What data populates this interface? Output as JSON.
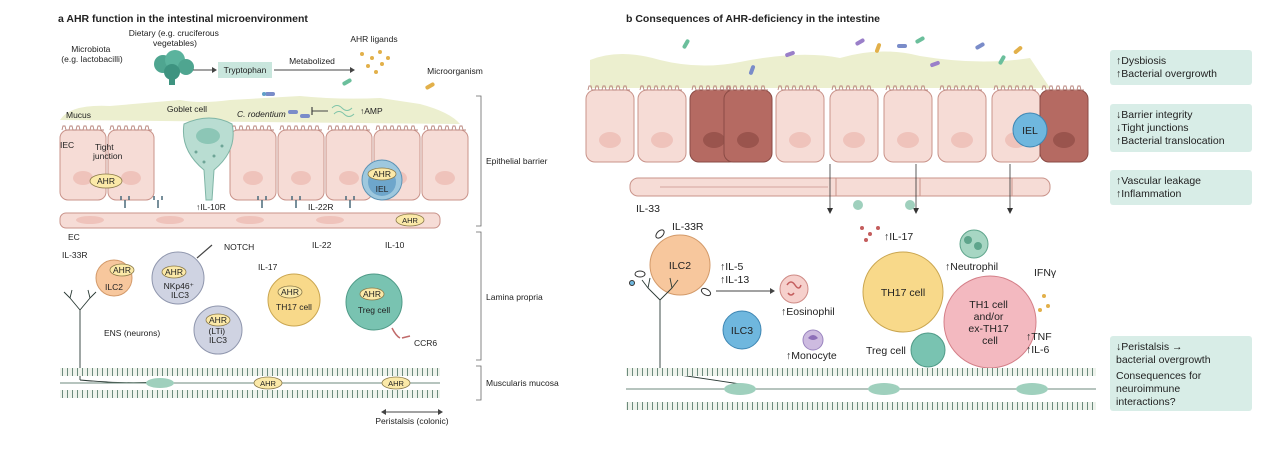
{
  "panel_a": {
    "title": "a  AHR function in the intestinal microenvironment",
    "microbiota": [
      "Microbiota",
      "(e.g. lactobacilli)"
    ],
    "dietary": [
      "Dietary (e.g. cruciferous",
      "vegetables)"
    ],
    "tryptophan": "Tryptophan",
    "metabolized": "Metabolized",
    "ahr_ligands": "AHR ligands",
    "microorganism": "Microorganism",
    "mucus": "Mucus",
    "goblet_cell": "Goblet cell",
    "c_rodentium": "C. rodentium",
    "amp": "↑AMP",
    "iec": "IEC",
    "tight_junction": [
      "Tight",
      "junction"
    ],
    "ahr": "AHR",
    "iel": "IEL",
    "il10r": "↑IL-10R",
    "il22r": "IL-22R",
    "ec": "EC",
    "il33r": "IL-33R",
    "ilc2": "ILC2",
    "notch": "NOTCH",
    "nkp46": [
      "NKp46⁺",
      "ILC3"
    ],
    "il17": "IL-17",
    "il22": "IL-22",
    "il10": "IL-10",
    "th17": "TH17 cell",
    "treg": "Treg cell",
    "lti": [
      "(LTi)",
      "ILC3"
    ],
    "ens": "ENS (neurons)",
    "ccr6": "CCR6",
    "peristalsis": "Peristalsis (colonic)",
    "regions": {
      "epithelial": "Epithelial barrier",
      "lamina": "Lamina propria",
      "muscularis": "Muscularis mucosa"
    }
  },
  "panel_b": {
    "title": "b  Consequences of AHR-deficiency in the intestine",
    "il33": "IL-33",
    "il33r": "IL-33R",
    "ilc2": "ILC2",
    "il5": "↑IL-5",
    "il13": "↑IL-13",
    "eosinophil": "↑Eosinophil",
    "ilc3": "ILC3",
    "monocyte": "↑Monocyte",
    "il17": "↑IL-17",
    "th17": "TH17 cell",
    "neutrophil": "↑Neutrophil",
    "ifng": "IFNγ",
    "th1": [
      "TH1 cell",
      "and/or",
      "ex-TH17",
      "cell"
    ],
    "tnf": "↑TNF",
    "il6": "↑IL-6",
    "treg": "Treg cell",
    "iel": "IEL",
    "boxes": [
      [
        "↑Dysbiosis",
        "↑Bacterial overgrowth"
      ],
      [
        "↓Barrier integrity",
        "↓Tight junctions",
        "↑Bacterial translocation"
      ],
      [
        "↑Vascular leakage",
        "↑Inflammation"
      ],
      [
        "↓Peristalsis →",
        "bacterial overgrowth",
        "Consequences for",
        "neuroimmune",
        "interactions?"
      ]
    ]
  },
  "colors": {
    "epithelium": "#f6dcd6",
    "cell_stroke": "#c9938a",
    "mucus": "#ecefcf",
    "goblet": "#b9ddd2",
    "ilc2": "#f7c79d",
    "ilc3_grey": "#cfd3e2",
    "th17": "#f8d98a",
    "treg": "#79c3b1",
    "ilc3_blue": "#6fb7de",
    "th1": "#f3b9c0",
    "ahr": "#fbe9a8",
    "box": "#d8ede7",
    "damaged": "#b56a62"
  }
}
